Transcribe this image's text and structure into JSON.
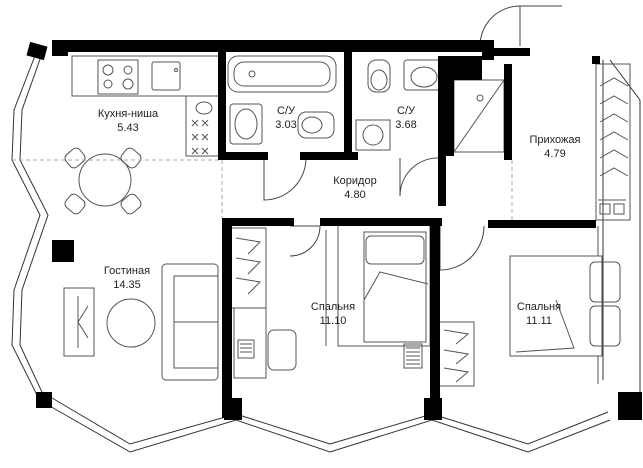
{
  "rooms": [
    {
      "name": "Кухня-ниша",
      "area": "5.43"
    },
    {
      "name": "С/У",
      "area": "3.03"
    },
    {
      "name": "С/У",
      "area": "3.68"
    },
    {
      "name": "Прихожая",
      "area": "4.79"
    },
    {
      "name": "Коридор",
      "area": "4.80"
    },
    {
      "name": "Гостиная",
      "area": "14.35"
    },
    {
      "name": "Спальня",
      "area": "11.10"
    },
    {
      "name": "Спальня",
      "area": "11.11"
    }
  ],
  "colors": {
    "wall": "#000000",
    "line": "#333333",
    "background": "#ffffff"
  }
}
